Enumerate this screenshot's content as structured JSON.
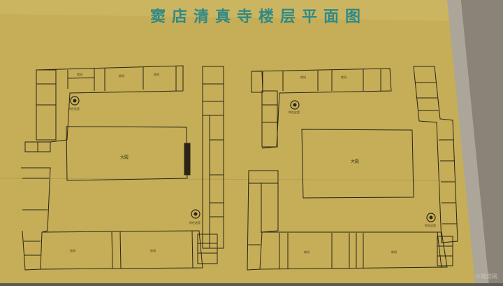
{
  "sign": {
    "title": "窦店清真寺楼层平面图",
    "icon_label": "你在这里",
    "hall_label": "大殿",
    "room_label": "房间",
    "credit": "©视觉网"
  },
  "colors": {
    "plate": "#c7b15b",
    "lines": "#2b2417",
    "title": "#2f8a86"
  }
}
